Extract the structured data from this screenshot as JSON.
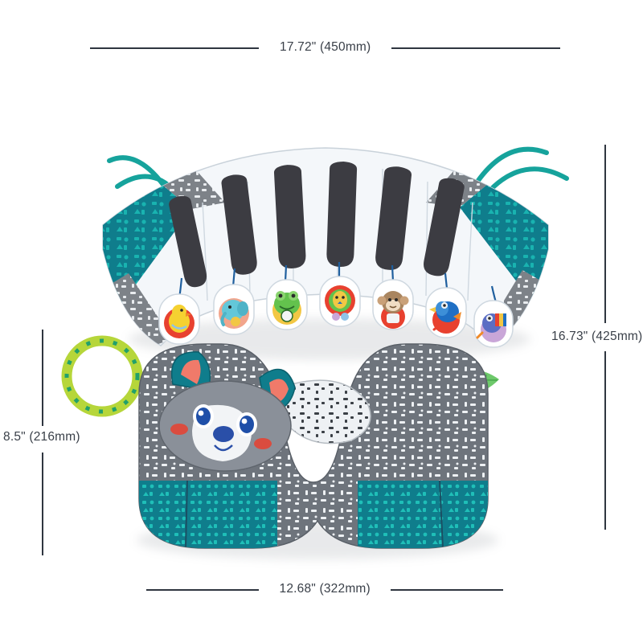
{
  "image": {
    "subject": "Baby tummy-time piano pillow with U-shaped support cushion",
    "background_color": "#ffffff"
  },
  "dimensions": {
    "line_color": "#2f3640",
    "text_color": "#3a4049",
    "top": {
      "id": "width-overall",
      "label": "17.72\" (450mm)",
      "inches": "17.72",
      "millimeters": "450",
      "orientation": "horizontal",
      "position": "top"
    },
    "right": {
      "id": "depth-overall",
      "label": "16.73\" (425mm)",
      "inches": "16.73",
      "millimeters": "425",
      "orientation": "vertical",
      "position": "right"
    },
    "left": {
      "id": "height-pillow",
      "label": "8.5\" (216mm)",
      "inches": "8.5",
      "millimeters": "216",
      "orientation": "vertical",
      "position": "left"
    },
    "bottom": {
      "id": "width-pillow",
      "label": "12.68\" (322mm)",
      "inches": "12.68",
      "millimeters": "322",
      "orientation": "horizontal",
      "position": "bottom"
    }
  },
  "product": {
    "piano_panel": {
      "name": "piano-keyboard-panel",
      "key_surface_color": "#f4f7fa",
      "black_key_color": "#3c3c42",
      "black_key_count": 6,
      "stem_line_color": "#1f5f9e",
      "side_panel_colors": [
        "#0f7d8c",
        "#7d8288"
      ],
      "ribbons": {
        "name": "teal-ribbon-straps",
        "color": "#16a39c",
        "count_left": 2,
        "count_right": 2
      },
      "animals": [
        {
          "name": "duck",
          "body": "#f5d131",
          "badge": "#e8412f",
          "order": 1
        },
        {
          "name": "elephant",
          "body": "#63c7d8",
          "badge": "#f2a58c",
          "order": 2
        },
        {
          "name": "frog",
          "body": "#63c24d",
          "badge": "#f2c744",
          "order": 3
        },
        {
          "name": "lion",
          "body": "#f2c744",
          "badge": "#e8412f",
          "order": 4
        },
        {
          "name": "monkey",
          "body": "#a9855f",
          "badge": "#e8412f",
          "order": 5
        },
        {
          "name": "parrot",
          "body": "#1f6fc4",
          "badge": "#e8412f",
          "order": 6
        },
        {
          "name": "toucan",
          "body": "#5b6ec4",
          "badge": "#c9a6d8",
          "order": 7
        }
      ]
    },
    "pillow": {
      "name": "u-shaped-support-pillow",
      "body_color": "#6e747c",
      "body_pattern": "white-dash-speckle",
      "end_color": "#0f7d8c",
      "end_pattern": "teal-geometric-shapes",
      "raccoon": {
        "name": "raccoon-face",
        "ear_color": "#0f7d8c",
        "inner_ear_color": "#f07a6a",
        "face_color": "#8a9099",
        "muzzle_color": "#f2f4f6",
        "eye_color": "#1f4fa8",
        "cheek_color": "#e8412f",
        "nose_color": "#2a4fa8"
      },
      "tail_patch": {
        "name": "raccoon-tail-patch",
        "color": "#eef1f4",
        "pattern": "dark-dash-speckle"
      },
      "teether_ring": {
        "name": "teether-ring",
        "outer_color": "#b6d63a",
        "accent_color": "#22a06b",
        "shape": "circle"
      },
      "leaf_teether": {
        "name": "leaf-teether",
        "color": "#6ec96b",
        "shape": "leaf"
      }
    }
  }
}
